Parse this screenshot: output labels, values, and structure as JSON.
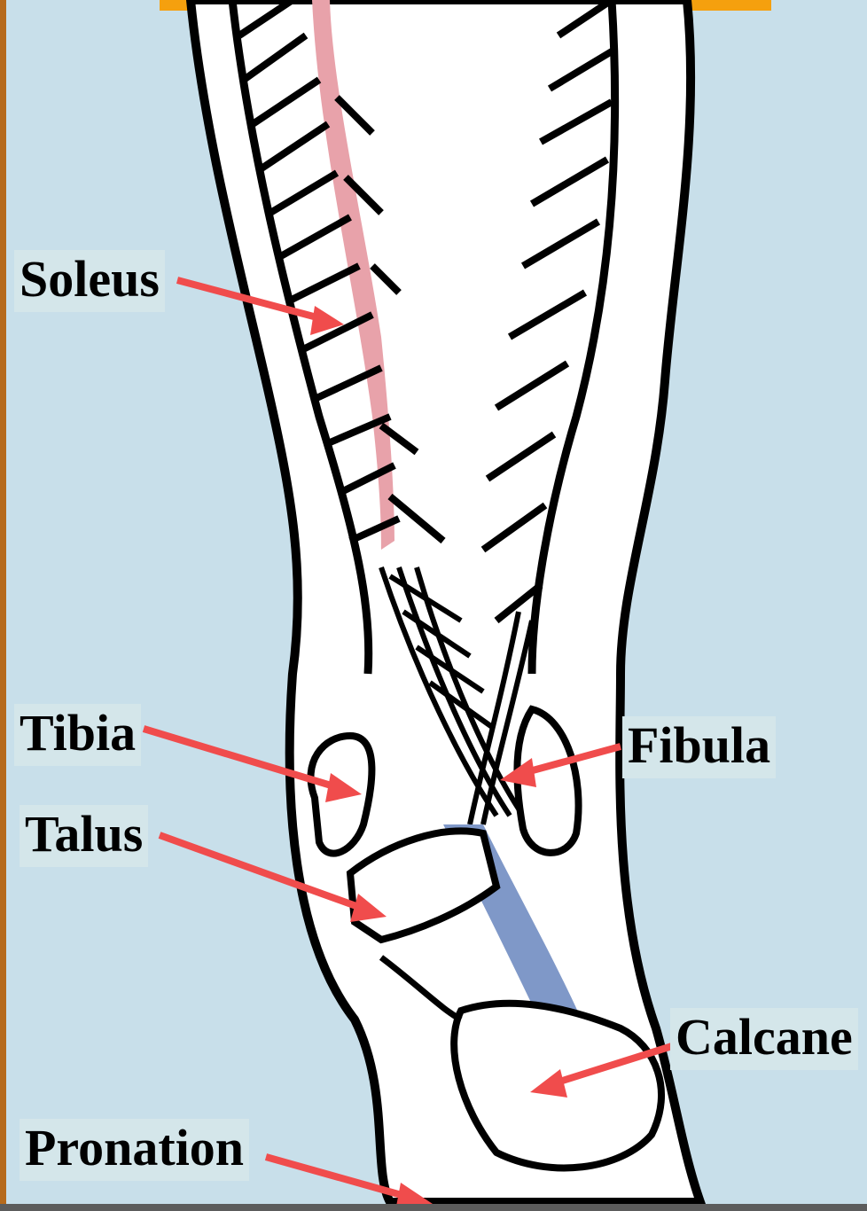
{
  "labels": {
    "soleus": "Soleus",
    "tibia": "Tibia",
    "talus": "Talus",
    "fibula": "Fibula",
    "calcaneus": "Calcane",
    "pronation": "Pronation"
  },
  "colors": {
    "background": "#c8dfea",
    "label_background": "#d4e6ea",
    "arrow": "#f04c4c",
    "soleus_highlight": "#e8a2aa",
    "tendon_highlight": "#7f98c8",
    "frame_left": "#b66a1c",
    "frame_top": "#f5a00e"
  }
}
